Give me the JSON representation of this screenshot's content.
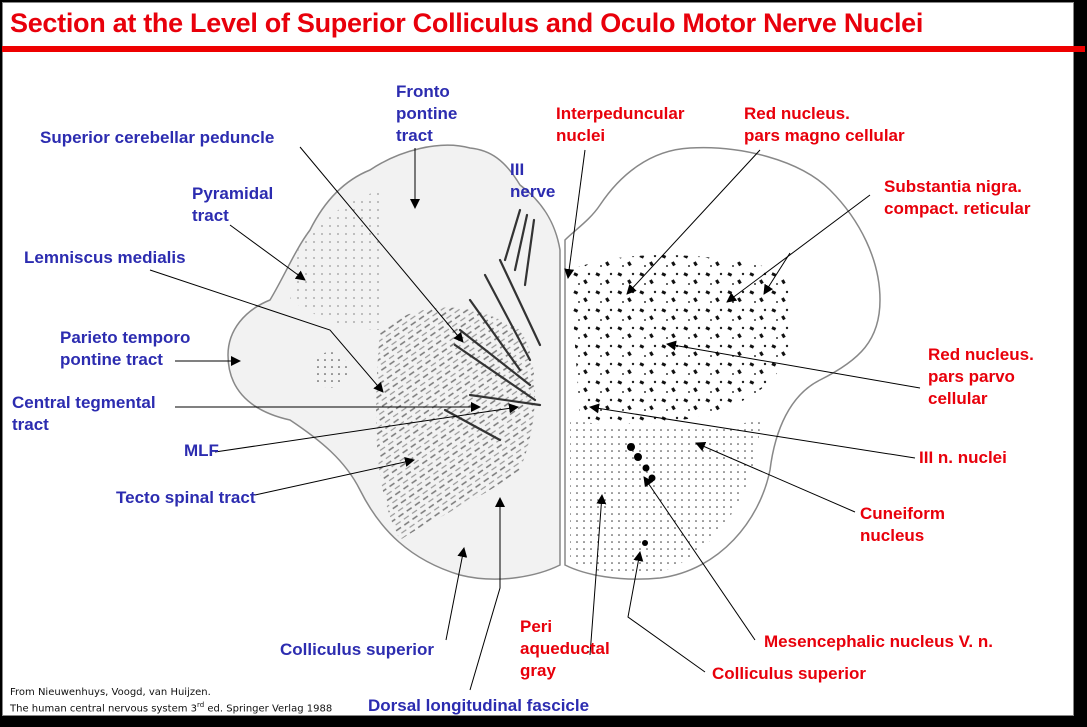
{
  "title": "Section at the Level of Superior Colliculus and Oculo Motor Nerve Nuclei",
  "colors": {
    "title": "#e8000b",
    "left_labels": "#2c2cb0",
    "right_labels": "#e8000b"
  },
  "left_labels": {
    "fronto_pontine": [
      "Fronto",
      "pontine",
      "tract"
    ],
    "superior_cerebellar_peduncle": "Superior cerebellar peduncle",
    "iii_nerve": [
      "III",
      "nerve"
    ],
    "pyramidal_tract": [
      "Pyramidal",
      "tract"
    ],
    "lemniscus_medialis": "Lemniscus medialis",
    "parieto_temporo": [
      "Parieto temporo",
      "pontine tract"
    ],
    "central_tegmental": [
      "Central tegmental",
      "tract"
    ],
    "mlf": "MLF",
    "tecto_spinal": "Tecto spinal tract",
    "colliculus_superior": "Colliculus superior",
    "dorsal_longitudinal": "Dorsal longitudinal fascicle"
  },
  "right_labels": {
    "interpeduncular": [
      "Interpeduncular",
      "nuclei"
    ],
    "red_nucleus_magno": [
      "Red nucleus.",
      "pars magno cellular"
    ],
    "substantia_nigra": [
      "Substantia nigra.",
      "compact. reticular"
    ],
    "red_nucleus_parvo": [
      "Red nucleus.",
      "pars parvo",
      "cellular"
    ],
    "iii_n_nuclei": "III n. nuclei",
    "cuneiform": [
      "Cuneiform",
      "nucleus"
    ],
    "mesencephalic": "Mesencephalic nucleus V. n.",
    "colliculus_superior": "Colliculus superior",
    "peri_aqueductal": [
      "Peri",
      "aqueductal",
      "gray"
    ]
  },
  "credit": {
    "line1": "From Nieuwenhuys, Voogd, van Huijzen.",
    "line2_a": "The human central nervous system 3",
    "line2_sup": "rd",
    "line2_b": " ed. Springer Verlag 1988"
  }
}
